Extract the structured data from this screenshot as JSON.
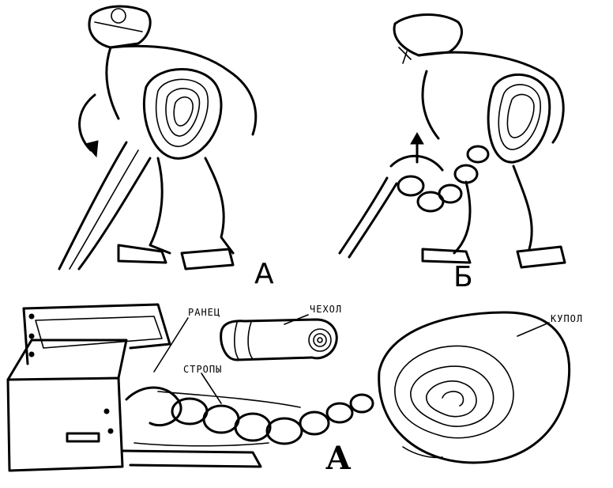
{
  "panels": {
    "a_label": "А",
    "b_label": "Б",
    "c_label": "А"
  },
  "parts": {
    "ranec": "РАНЕЦ",
    "chekhol": "ЧЕХОЛ",
    "stropy": "СТРОПЫ",
    "kupol": "КУПОЛ"
  }
}
